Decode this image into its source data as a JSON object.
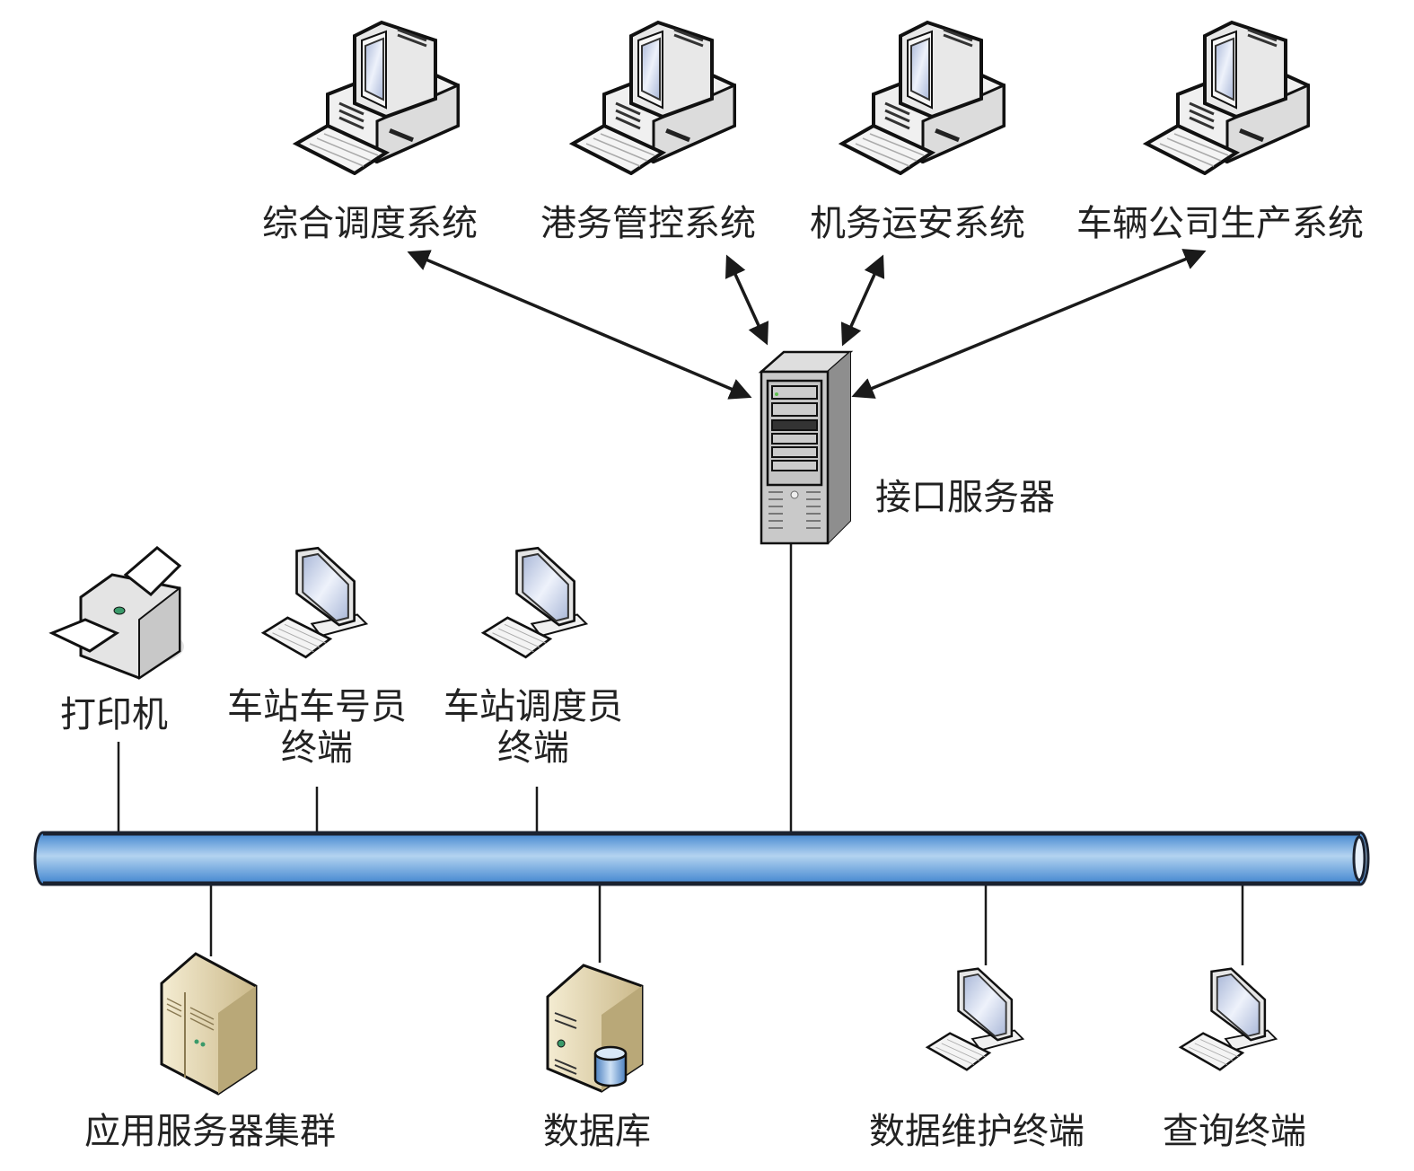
{
  "diagram": {
    "type": "network-topology",
    "central_bus": {
      "name": "network-bus",
      "color": "#7fb1e3"
    },
    "interface_server": {
      "label": "接口服务器"
    },
    "external_systems": [
      {
        "label": "综合调度系统",
        "link": "bidirectional"
      },
      {
        "label": "港务管控系统",
        "link": "bidirectional"
      },
      {
        "label": "机务运安系统",
        "link": "bidirectional"
      },
      {
        "label": "车辆公司生产系统",
        "link": "bidirectional"
      }
    ],
    "upper_nodes": [
      {
        "label": "打印机",
        "icon": "printer-icon"
      },
      {
        "label_line1": "车站车号员",
        "label_line2": "终端",
        "icon": "lcd-terminal-icon"
      },
      {
        "label_line1": "车站调度员",
        "label_line2": "终端",
        "icon": "lcd-terminal-icon"
      }
    ],
    "lower_nodes": [
      {
        "label": "应用服务器集群",
        "icon": "server-cluster-icon"
      },
      {
        "label": "数据库",
        "icon": "database-server-icon"
      },
      {
        "label": "数据维护终端",
        "icon": "lcd-terminal-icon"
      },
      {
        "label": "查询终端",
        "icon": "lcd-terminal-icon"
      }
    ]
  }
}
